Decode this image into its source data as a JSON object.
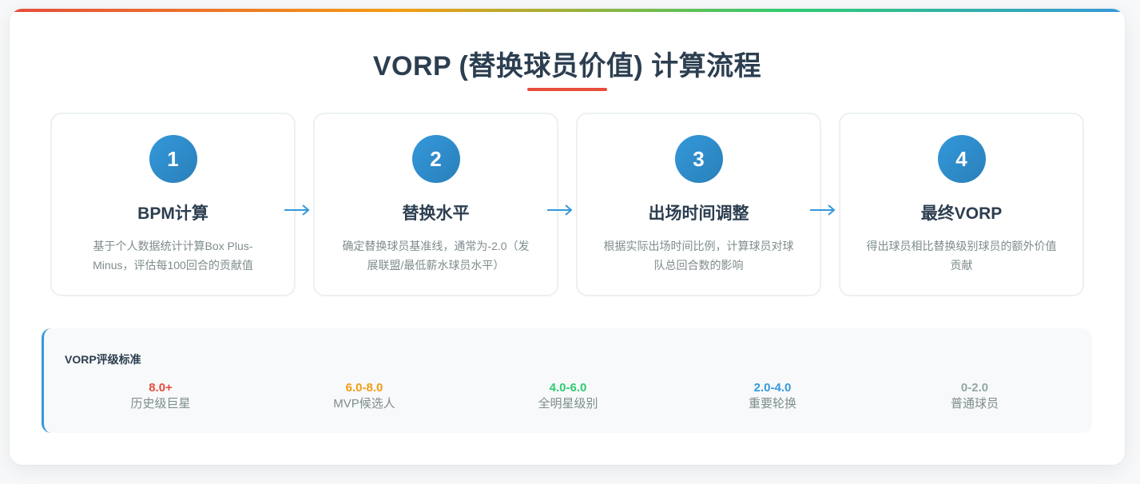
{
  "header": {
    "title": "VORP (替换球员价值) 计算流程"
  },
  "colors": {
    "accent_red": "#e74c3c",
    "accent_orange": "#f39c12",
    "accent_green": "#2ecc71",
    "accent_blue": "#3498db",
    "muted_gray": "#95a5a6",
    "text_dark": "#2c3e50"
  },
  "steps": [
    {
      "number": "1",
      "title": "BPM计算",
      "description": "基于个人数据统计计算Box Plus-Minus，评估每100回合的贡献值"
    },
    {
      "number": "2",
      "title": "替换水平",
      "description": "确定替换球员基准线，通常为-2.0（发展联盟/最低薪水球员水平）"
    },
    {
      "number": "3",
      "title": "出场时间调整",
      "description": "根据实际出场时间比例，计算球员对球队总回合数的影响"
    },
    {
      "number": "4",
      "title": "最终VORP",
      "description": "得出球员相比替换级别球员的额外价值贡献"
    }
  ],
  "arrows": [
    "arrow-right-icon",
    "arrow-right-icon",
    "arrow-right-icon"
  ],
  "rating": {
    "title": "VORP评级标准",
    "items": [
      {
        "range": "8.0+",
        "label": "历史级巨星",
        "color": "#e74c3c"
      },
      {
        "range": "6.0-8.0",
        "label": "MVP候选人",
        "color": "#f39c12"
      },
      {
        "range": "4.0-6.0",
        "label": "全明星级别",
        "color": "#2ecc71"
      },
      {
        "range": "2.0-4.0",
        "label": "重要轮换",
        "color": "#3498db"
      },
      {
        "range": "0-2.0",
        "label": "普通球员",
        "color": "#95a5a6"
      }
    ]
  }
}
